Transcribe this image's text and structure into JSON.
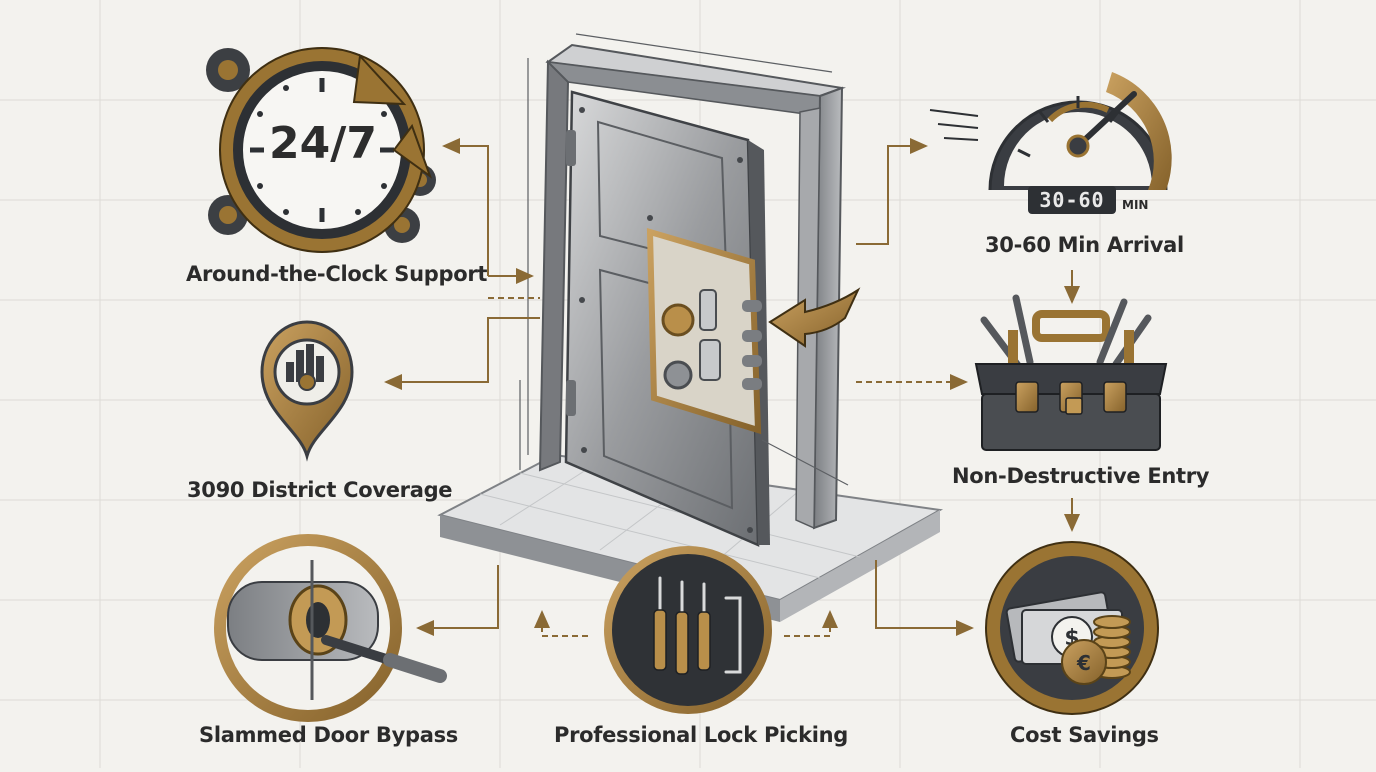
{
  "features": {
    "support": {
      "label": "Around-the-Clock Support",
      "badge": "24/7"
    },
    "coverage": {
      "label": "3090 District Coverage"
    },
    "bypass": {
      "label": "Slammed Door Bypass"
    },
    "picking": {
      "label": "Professional Lock Picking"
    },
    "arrival": {
      "label": "30-60 Min Arrival",
      "readout": "30-60",
      "unit": "MIN"
    },
    "entry": {
      "label": "Non-Destructive Entry"
    },
    "savings": {
      "label": "Cost Savings",
      "currency_symbols": [
        "$",
        "€"
      ]
    }
  },
  "colors": {
    "bronze": "#9a7433",
    "bronze_light": "#c39a55",
    "steel_dark": "#3a3d42",
    "steel_mid": "#8d9094",
    "steel_light": "#c9cbcd",
    "background": "#f3f2ee",
    "text": "#2b2b2b"
  },
  "icons": [
    "clock-icon",
    "gear-icon",
    "map-pin-icon",
    "speedometer-icon",
    "toolbox-icon",
    "lock-cylinder-icon",
    "lock-pick-icon",
    "money-icon",
    "door-icon"
  ]
}
